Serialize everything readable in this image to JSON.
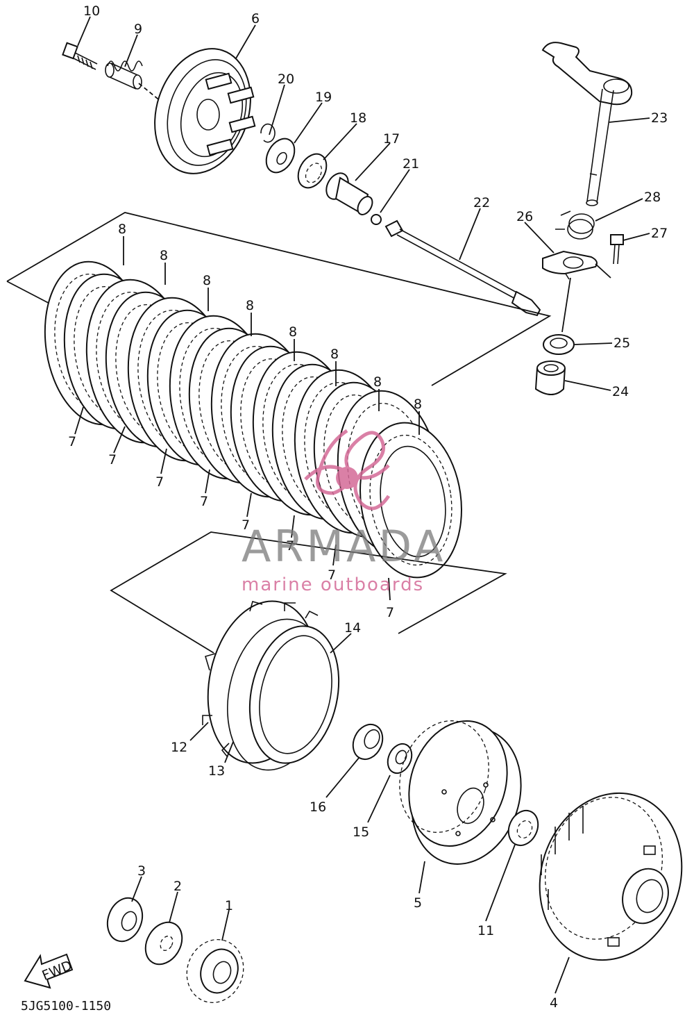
{
  "diagram_code": "5JG5100-1150",
  "direction_marker": "FWD",
  "watermark": {
    "title": "ARMADA",
    "subtitle": "marine outboards",
    "accent_color": "#d46a97",
    "title_color": "#7a7a7a"
  },
  "callouts": {
    "p1": "1",
    "p2": "2",
    "p3": "3",
    "p4": "4",
    "p5": "5",
    "p6": "6",
    "p8a": "8",
    "p8b": "8",
    "p8c": "8",
    "p8d": "8",
    "p8e": "8",
    "p8f": "8",
    "p8g": "8",
    "p8h": "8",
    "p7a": "7",
    "p7b": "7",
    "p7c": "7",
    "p7d": "7",
    "p7e": "7",
    "p7f": "7",
    "p7g": "7",
    "p7h": "7",
    "p9": "9",
    "p10": "10",
    "p11": "11",
    "p12": "12",
    "p13": "13",
    "p14": "14",
    "p15": "15",
    "p16": "16",
    "p17": "17",
    "p18": "18",
    "p19": "19",
    "p20": "20",
    "p21": "21",
    "p22": "22",
    "p23": "23",
    "p24": "24",
    "p25": "25",
    "p26": "26",
    "p27": "27",
    "p28": "28"
  }
}
